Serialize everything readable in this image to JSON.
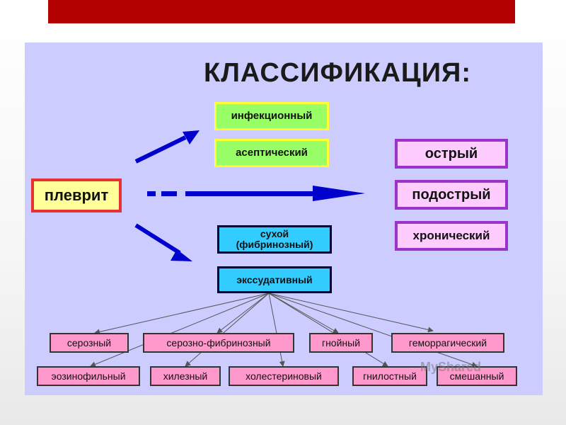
{
  "title": "КЛАССИФИКАЦИЯ:",
  "root": "плеврит",
  "etiology": [
    "инфекционный",
    "асептический"
  ],
  "course": [
    "острый",
    "подострый",
    "хронический"
  ],
  "exudate_type": {
    "dry": "сухой (фибринозный)",
    "exudative": "экссудативный"
  },
  "exudative_subtypes": {
    "row1": [
      "серозный",
      "серозно-фибринозный",
      "гнойный",
      "геморрагический"
    ],
    "row2": [
      "эозинофильный",
      "хилезный",
      "холестериновый",
      "гнилостный",
      "смешанный"
    ]
  },
  "colors": {
    "top_bar": "#b30000",
    "background": "#ccccff",
    "arrow": "#0000cc"
  },
  "watermark": "MyShared"
}
